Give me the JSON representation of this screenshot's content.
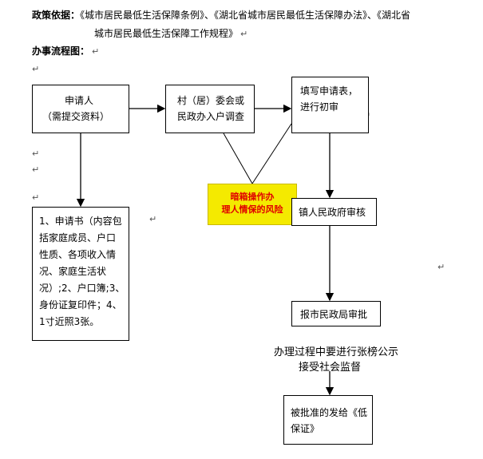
{
  "header": {
    "policy_label": "政策依据：",
    "policy_line1": "《城市居民最低生活保障条例》、《湖北省城市居民最低生活保障办法》、《湖北省",
    "policy_line2": "城市居民最低生活保障工作规程》",
    "flow_label": "办事流程图："
  },
  "nodes": {
    "applicant_line1": "申请人",
    "applicant_line2": "（需提交资料）",
    "village_line1": "村（居）委会或",
    "village_line2": "民政办入户调查",
    "fill_line1": "填写申请表，",
    "fill_line2": "进行初审",
    "risk_line1": "暗箱操作办",
    "risk_line2": "理人情保的风险",
    "docs_lines": [
      "1、申请书（内容包",
      "括家庭成员、户口",
      "性质、各项收入情",
      "况、家庭生活状",
      "况）;2、户口簿;3、",
      "身份证复印件；4、",
      "1寸近照3张。"
    ],
    "town_review": "镇人民政府审核",
    "city_review": "报市民政局审批",
    "publicity_line1": "办理过程中要进行张榜公示",
    "publicity_line2": "接受社会监督",
    "final_line1": "被批准的发给《低",
    "final_line2": "保证》"
  },
  "colors": {
    "risk_bg": "#f4ea00",
    "risk_text": "#e00000",
    "paragraph_mark": "#555555"
  }
}
